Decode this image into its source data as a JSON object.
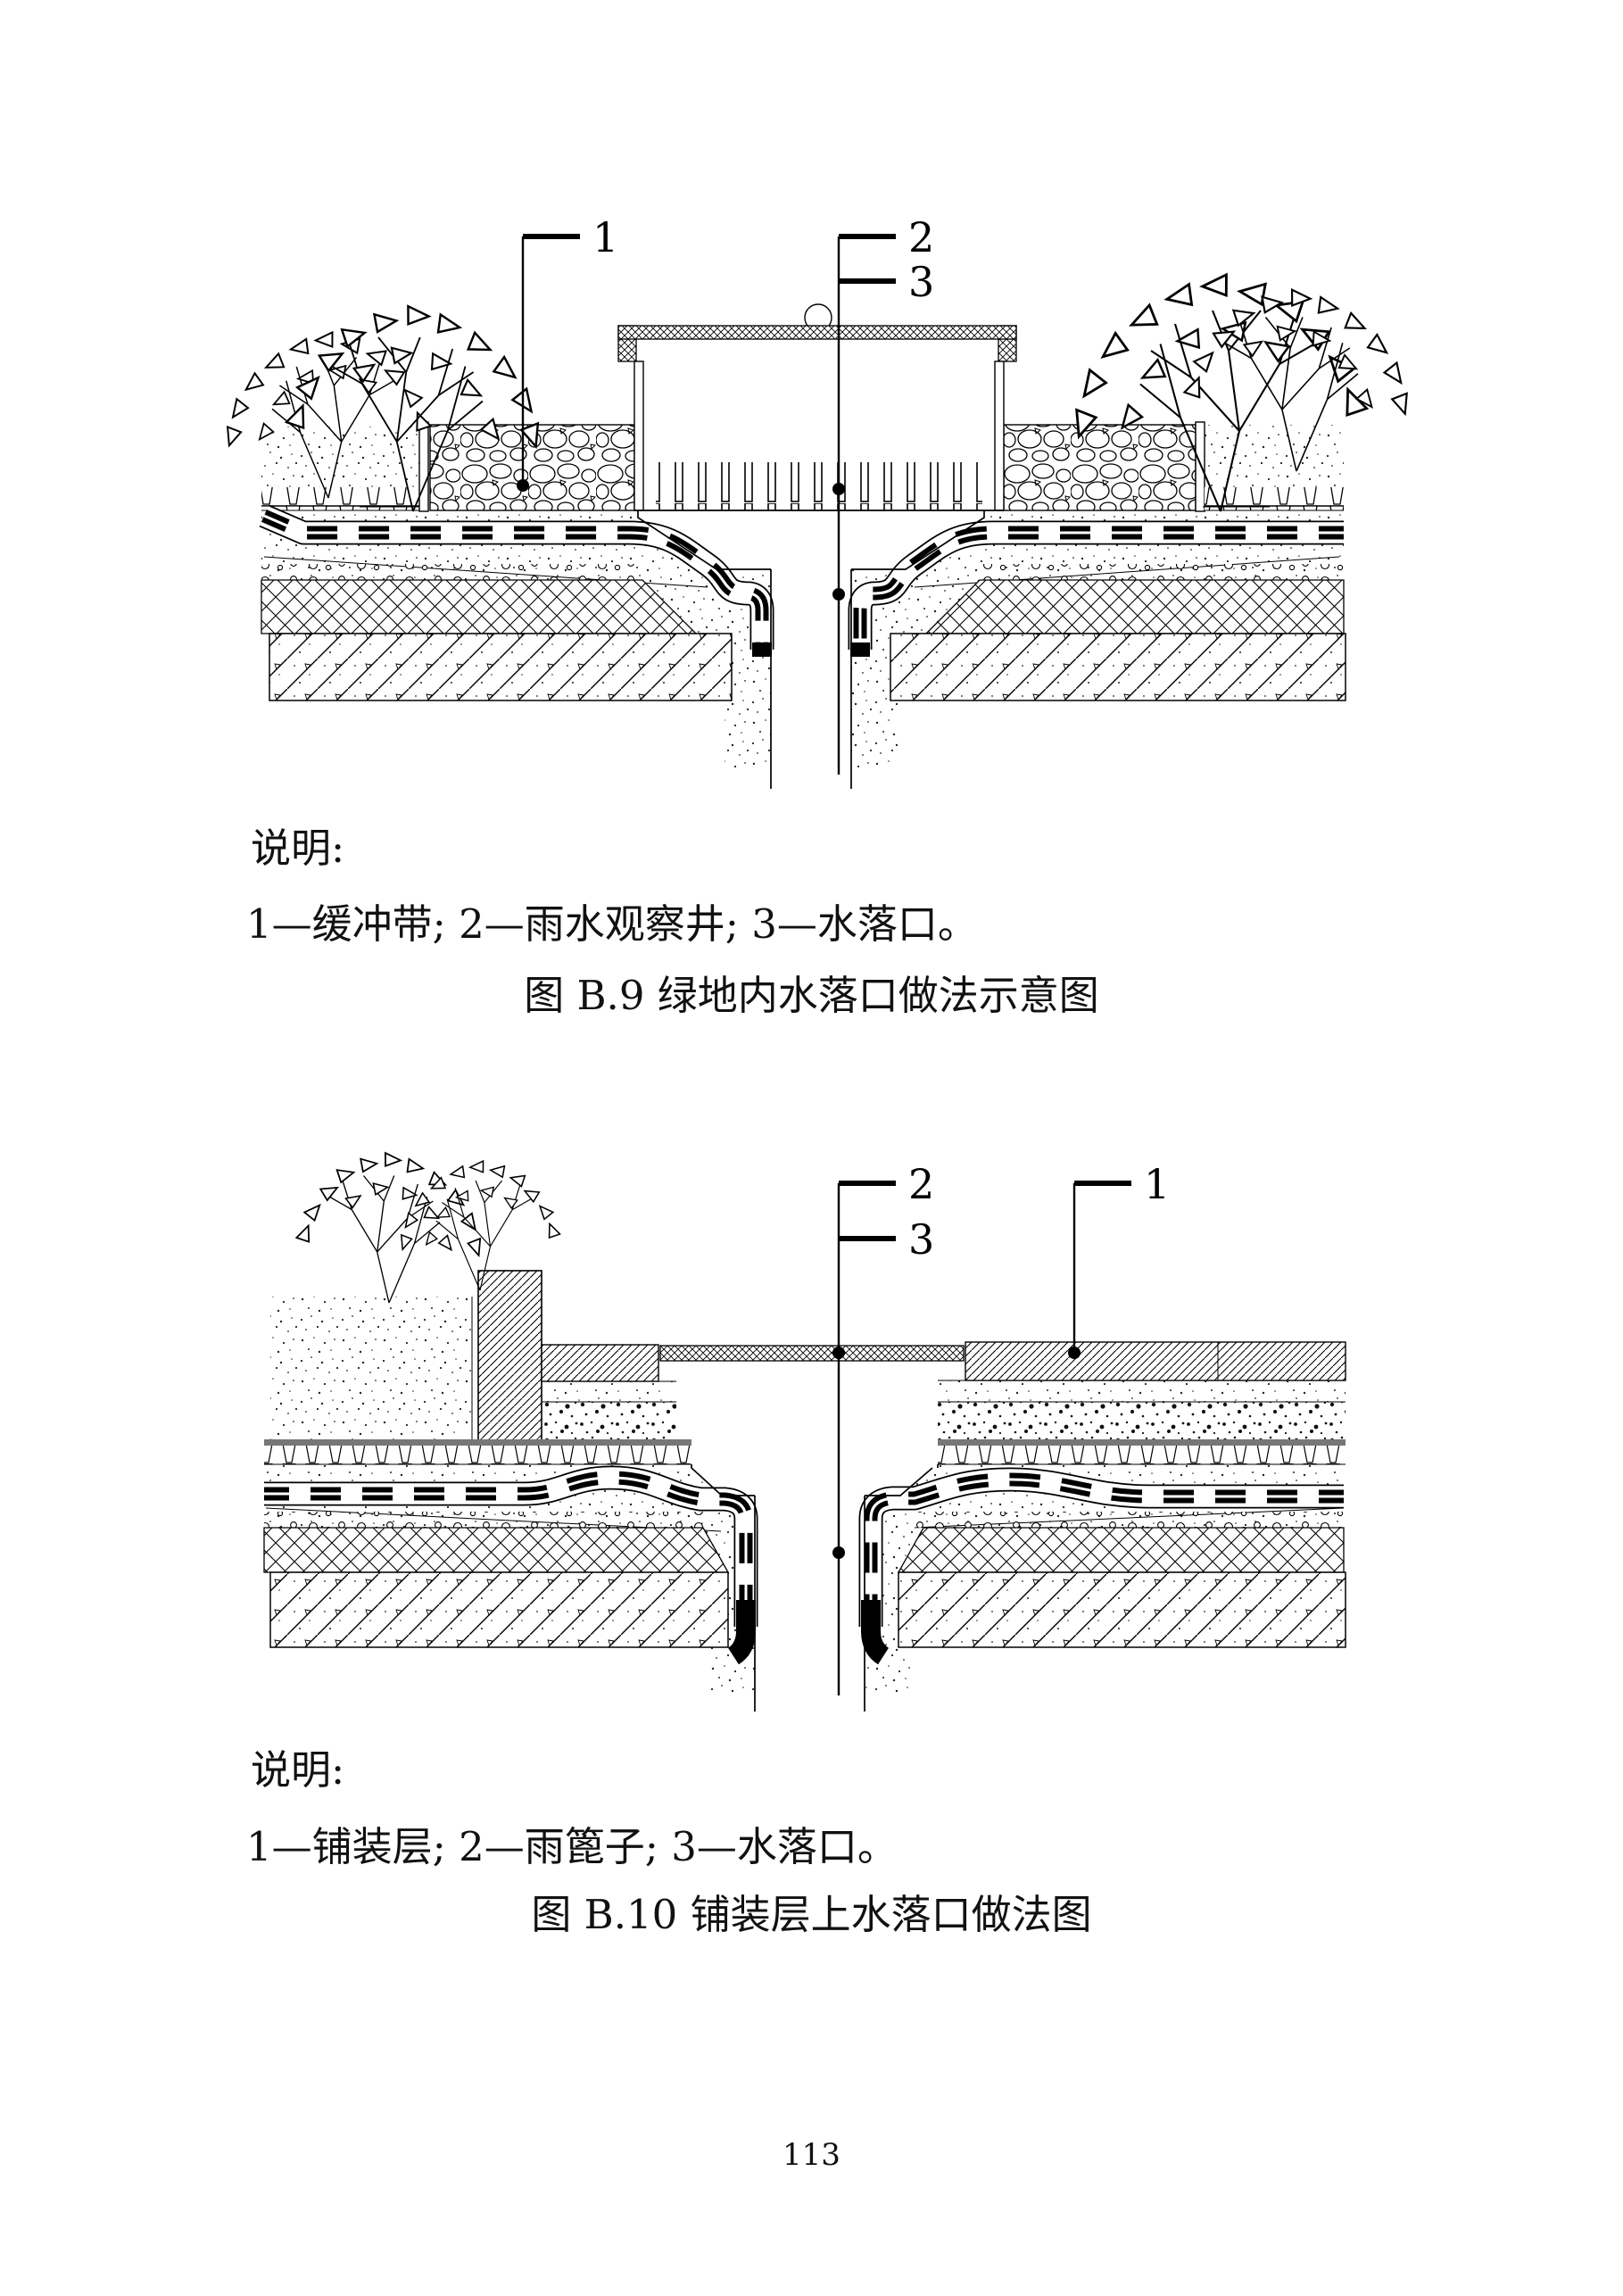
{
  "page": {
    "number": "113",
    "background_color": "#ffffff",
    "ink_color": "#111111"
  },
  "figure_b9": {
    "callout_labels": [
      "1",
      "2",
      "3"
    ],
    "legend_heading": "说明:",
    "legend_text": "1—缓冲带; 2—雨水观察井; 3—水落口。",
    "caption": "图 B.9 绿地内水落口做法示意图"
  },
  "figure_b10": {
    "callout_labels": [
      "1",
      "2",
      "3"
    ],
    "legend_heading": "说明:",
    "legend_text": "1—铺装层; 2—雨篦子; 3—水落口。",
    "caption": "图 B.10 铺装层上水落口做法图"
  }
}
